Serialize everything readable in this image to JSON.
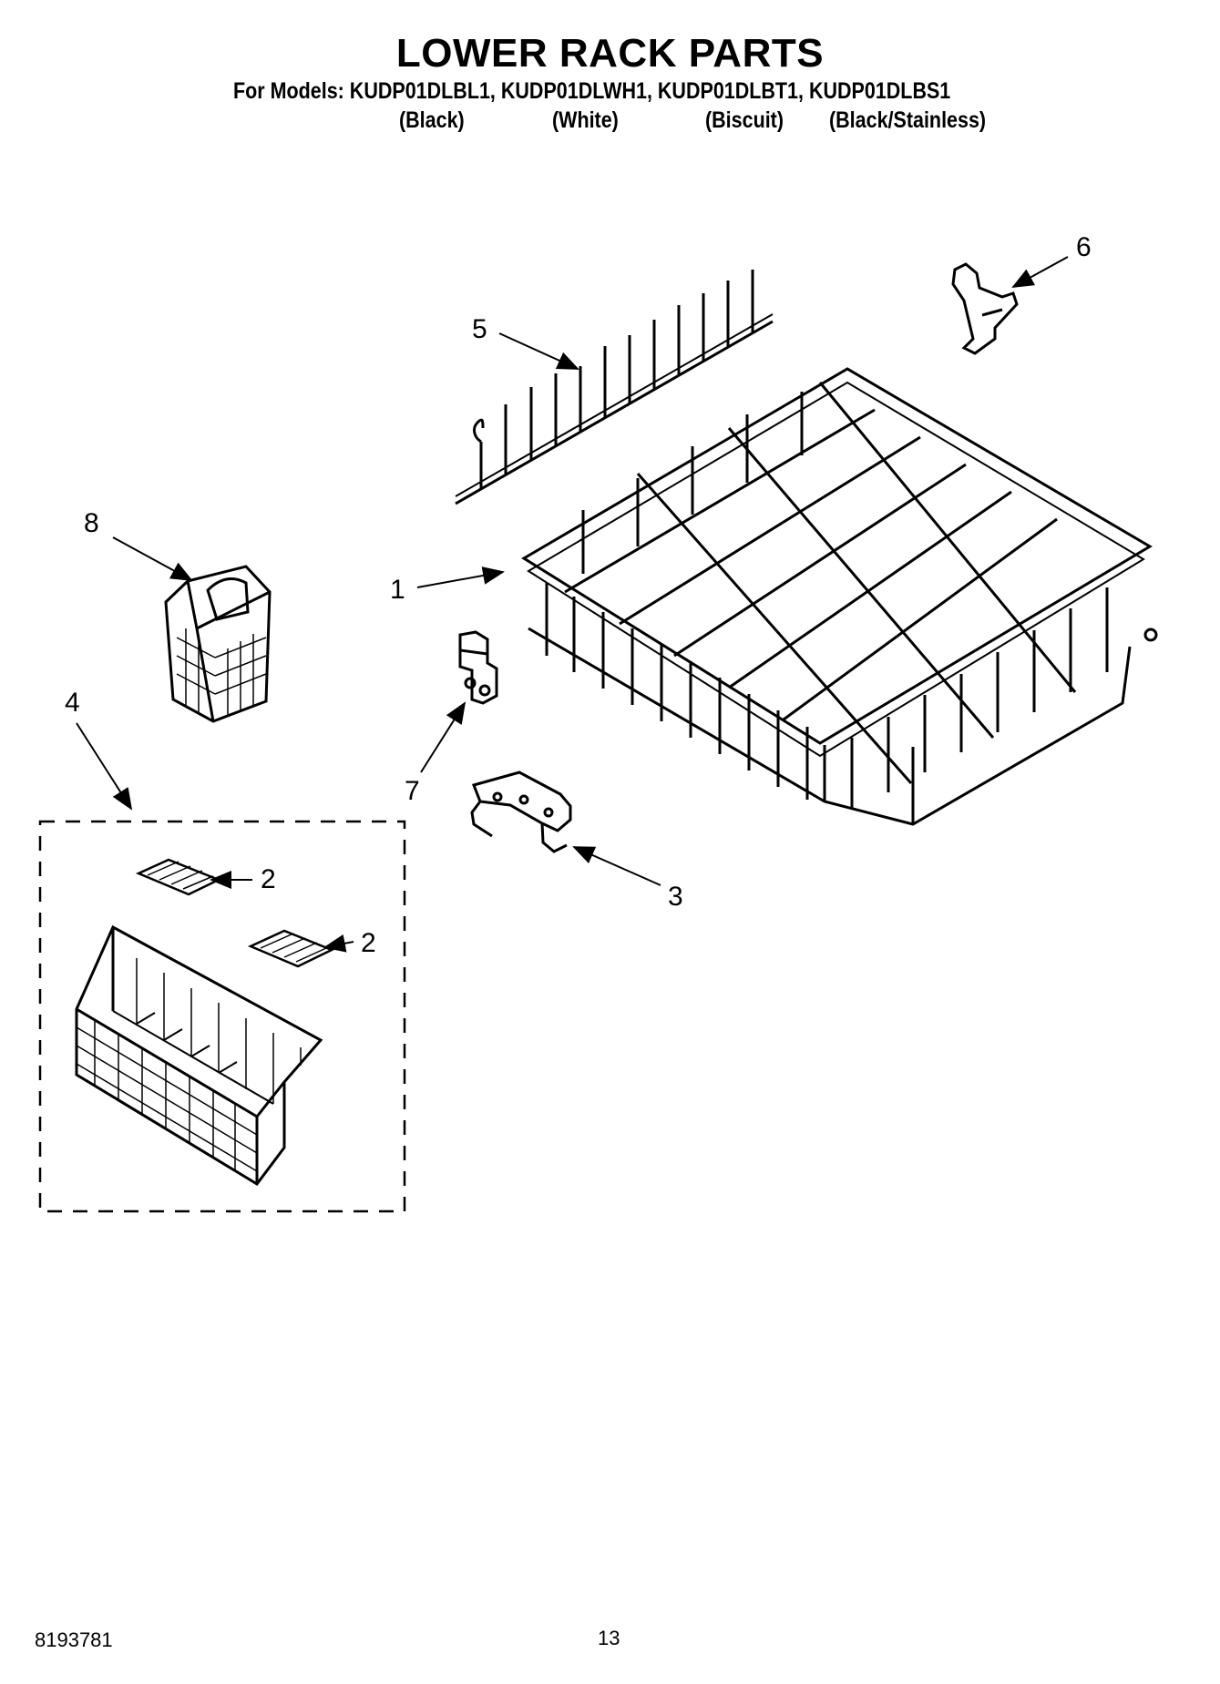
{
  "header": {
    "title": "LOWER RACK PARTS",
    "models_line": "For Models: KUDP01DLBL1, KUDP01DLWH1, KUDP01DLBT1, KUDP01DLBS1",
    "variants": [
      "(Black)",
      "(White)",
      "(Biscuit)",
      "(Black/Stainless)"
    ]
  },
  "callouts": {
    "c1": "1",
    "c2a": "2",
    "c2b": "2",
    "c3": "3",
    "c4": "4",
    "c5": "5",
    "c6": "6",
    "c7": "7",
    "c8": "8"
  },
  "footer": {
    "doc_number": "8193781",
    "page_number": "13"
  }
}
